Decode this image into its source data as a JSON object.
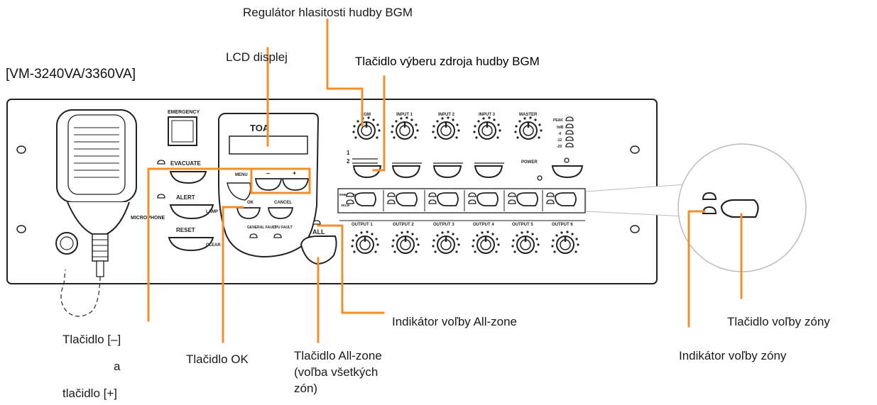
{
  "model": "[VM-3240VA/3360VA]",
  "callouts": {
    "bgm_volume": "Regulátor hlasitosti hudby BGM",
    "lcd": "LCD displej",
    "bgm_source": "Tlačidlo výberu zdroja hudby BGM",
    "minus_plus_1": "Tlačidlo [–]",
    "minus_plus_2": "a",
    "minus_plus_3": "tlačidlo [+]",
    "ok": "Tlačidlo OK",
    "allzone_btn_1": "Tlačidlo All-zone",
    "allzone_btn_2": "(voľba všetkých",
    "allzone_btn_3": "zón)",
    "allzone_ind": "Indikátor voľby All-zone",
    "zone_btn": "Tlačidlo voľby zóny",
    "zone_ind": "Indikátor voľby zóny"
  },
  "panel": {
    "brand": "TOA",
    "emergency": "EMERGENCY",
    "evacuate": "EVACUATE",
    "alert": "ALERT",
    "reset": "RESET",
    "clear": "CLEAR",
    "lamp_test": "LAMP TEST",
    "microphone": "MICROPHONE",
    "menu": "MENU",
    "minus": "–",
    "plus": "+",
    "ok": "OK",
    "cancel": "CANCEL",
    "general_fault": "GENERAL FAULT",
    "cpu_fault": "CPU FAULT",
    "all": "ALL",
    "power": "POWER",
    "emergency_short": "EMERGEN",
    "bulb": "SKLB",
    "knobs": [
      "BGM",
      "INPUT 1",
      "INPUT 2",
      "INPUT 3",
      "MASTER"
    ],
    "source_1": "1",
    "source_2": "2",
    "peak_levels": [
      "PEAK",
      "0dB",
      "-6",
      "-12",
      "-20"
    ],
    "outputs": [
      "OUTPUT 1",
      "OUTPUT 2",
      "OUTPUT 3",
      "OUTPUT 4",
      "OUTPUT 5",
      "OUTPUT 6"
    ]
  },
  "colors": {
    "leader": "#F0902B",
    "panel_line": "#222222"
  }
}
